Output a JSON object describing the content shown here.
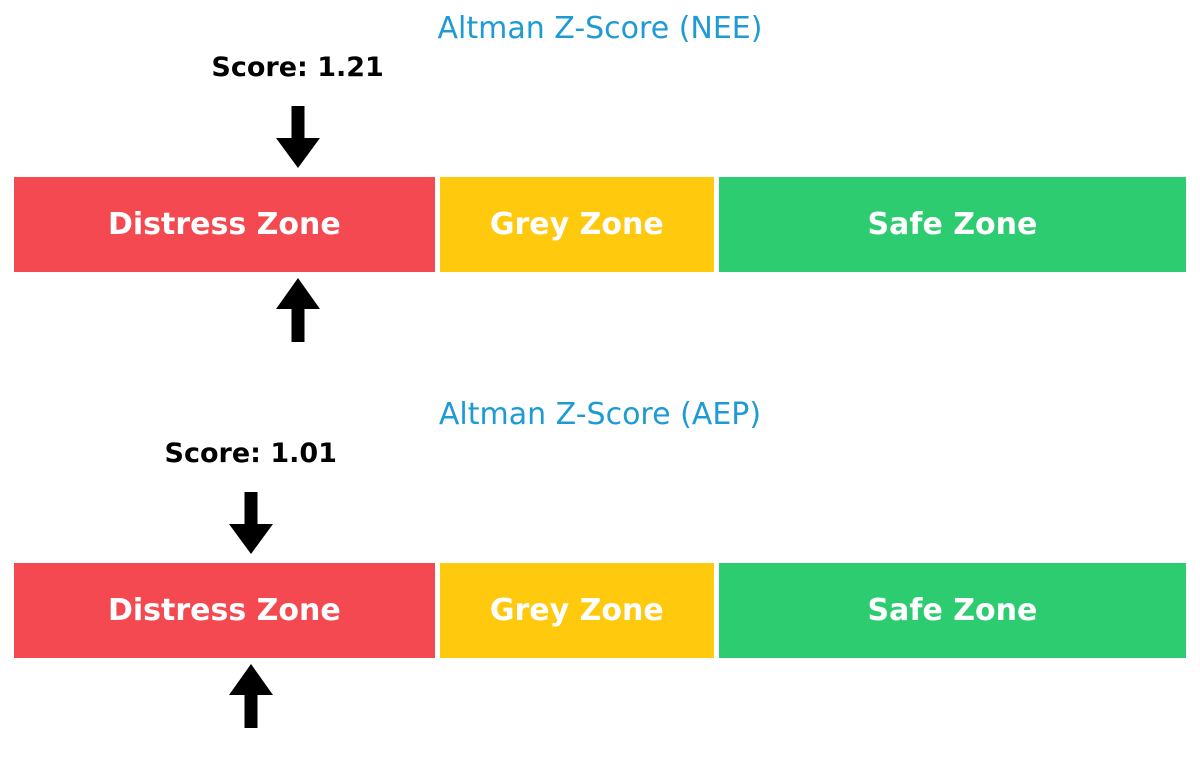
{
  "colors": {
    "background": "#FFFFFF",
    "title_text": "#1E9BD4",
    "score_text": "#000000",
    "arrow": "#000000",
    "zone_label_text": "#FFFFFF"
  },
  "chart_data": [
    {
      "type": "bar",
      "subtype": "horizontal-zone-gauge",
      "title": "Altman Z-Score (NEE)",
      "score": 1.21,
      "score_label": "Score: 1.21",
      "axis_range": [
        0,
        5
      ],
      "legend": "none",
      "grid": false,
      "zones": [
        {
          "label": "Distress Zone",
          "from": 0,
          "to": 1.81,
          "color": "#F44950"
        },
        {
          "label": "Grey Zone",
          "from": 1.81,
          "to": 2.99,
          "color": "#FFC90D"
        },
        {
          "label": "Safe Zone",
          "from": 2.99,
          "to": 5.0,
          "color": "#2ECC71"
        }
      ]
    },
    {
      "type": "bar",
      "subtype": "horizontal-zone-gauge",
      "title": "Altman Z-Score (AEP)",
      "score": 1.01,
      "score_label": "Score: 1.01",
      "axis_range": [
        0,
        5
      ],
      "legend": "none",
      "grid": false,
      "zones": [
        {
          "label": "Distress Zone",
          "from": 0,
          "to": 1.81,
          "color": "#F44950"
        },
        {
          "label": "Grey Zone",
          "from": 1.81,
          "to": 2.99,
          "color": "#FFC90D"
        },
        {
          "label": "Safe Zone",
          "from": 2.99,
          "to": 5.0,
          "color": "#2ECC71"
        }
      ]
    }
  ]
}
